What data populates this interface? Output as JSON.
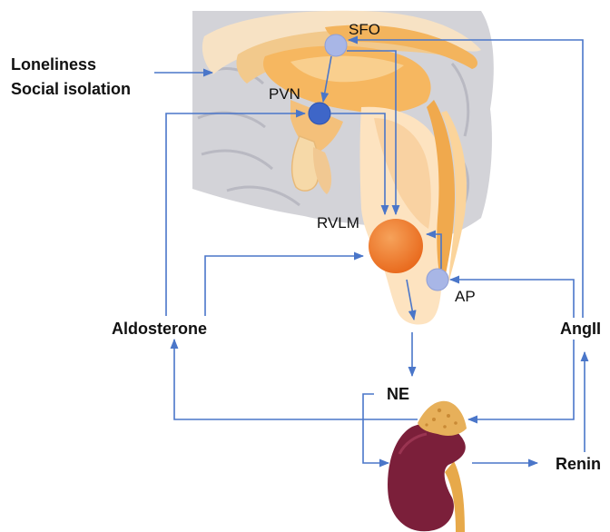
{
  "labels": {
    "stress_line1": "Loneliness",
    "stress_line2": "Social isolation",
    "sfo": "SFO",
    "pvn": "PVN",
    "rvlm": "RVLM",
    "ap": "AP",
    "aldosterone": "Aldosterone",
    "angii": "AngII",
    "ne": "NE",
    "renin": "Renin"
  },
  "colors": {
    "arrow": "#4a76c9",
    "sfo_node": "#a8b6e6",
    "pvn_node": "#3e66c8",
    "rvlm_node": "#ef7a22",
    "ap_node": "#a8b6e6",
    "kidney": "#7b1f3a",
    "adrenal": "#e7b05a"
  }
}
